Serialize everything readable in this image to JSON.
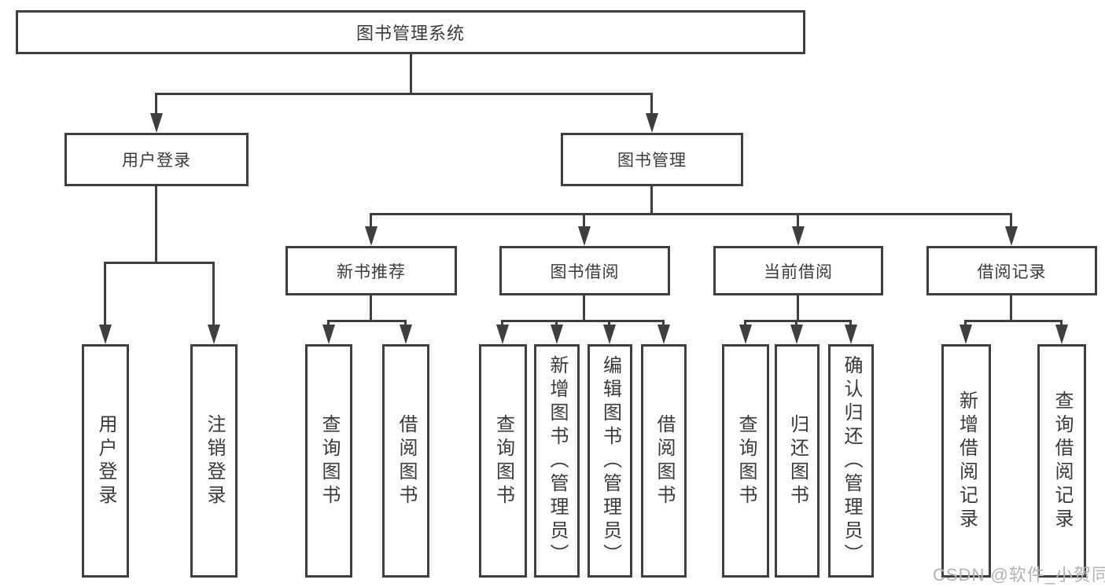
{
  "diagram_title": "图书管理系统",
  "colors": {
    "line": "#3f3f3f",
    "text": "#3a3a3a",
    "background": "#ffffff",
    "watermark": "#b2b2b2"
  },
  "tree": {
    "root": "图书管理系统",
    "level2": {
      "user_login": "用户登录",
      "book_mgmt": "图书管理"
    },
    "level3": {
      "new_books": "新书推荐",
      "book_borrow": "图书借阅",
      "current_borrow": "当前借阅",
      "borrow_records": "借阅记录"
    },
    "leaves": {
      "user_login": [
        "用户登录",
        "注销登录"
      ],
      "new_books": [
        "查询图书",
        "借阅图书"
      ],
      "book_borrow": [
        "查询图书",
        "新增图书（管理员）",
        "编辑图书（管理员）",
        "借阅图书"
      ],
      "current_borrow": [
        "查询图书",
        "归还图书",
        "确认归还（管理员）"
      ],
      "borrow_records": [
        "新增借阅记录",
        "查询借阅记录"
      ]
    }
  },
  "watermark": "CSDN @软件_小贺同学"
}
